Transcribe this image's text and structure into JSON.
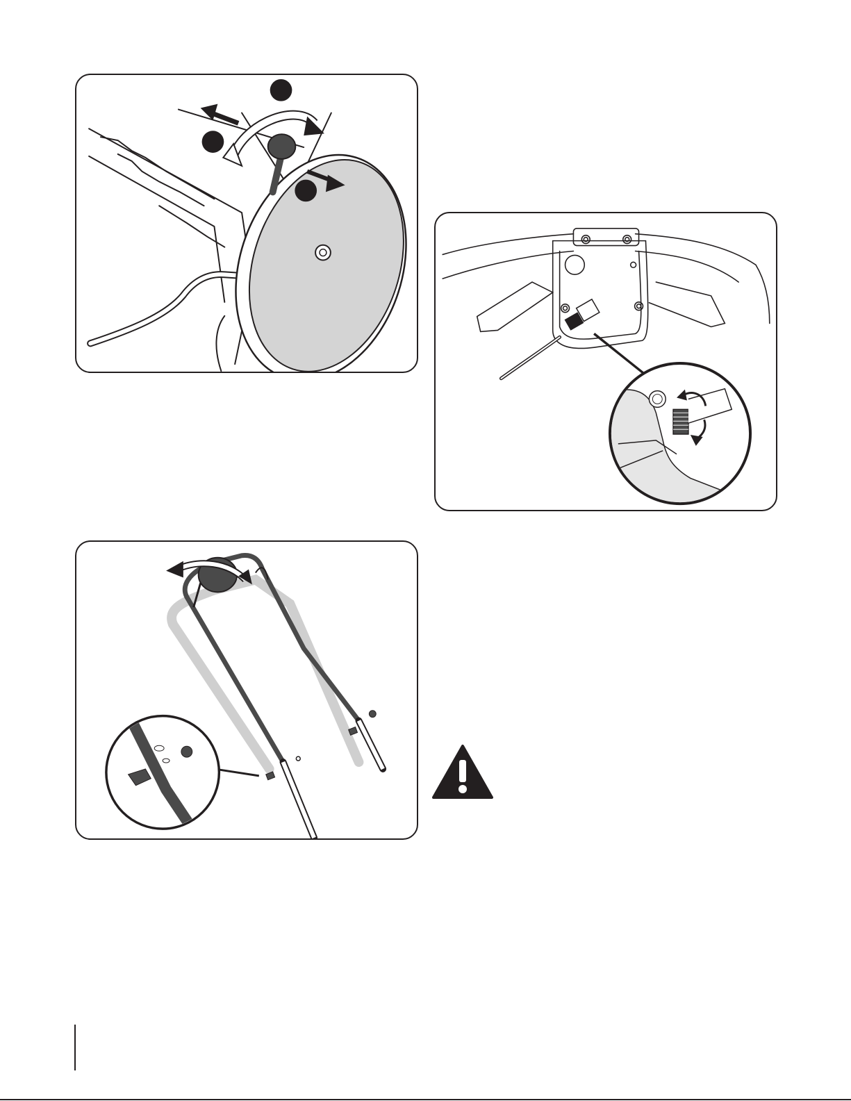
{
  "figures": [
    {
      "id": "wheel-height-adjust",
      "callouts": [
        "",
        "",
        ""
      ]
    },
    {
      "id": "cable-adjuster-detail"
    },
    {
      "id": "handle-fold-detail"
    }
  ],
  "warning": {
    "icon": "warning-triangle-icon"
  },
  "colors": {
    "line": "#231f20",
    "wheel_fill": "#d4d4d4",
    "dark_part": "#4a4a4a",
    "shadow": "#cfcfcf"
  }
}
